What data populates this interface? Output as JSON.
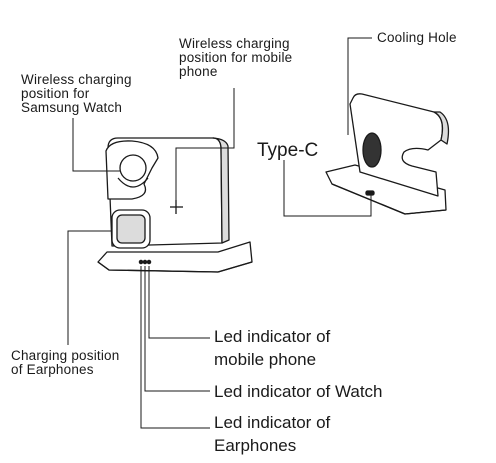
{
  "labels": {
    "phone_position": "Wireless charging\nposition for mobile\nphone",
    "watch_position": "Wireless charging\nposition for\nSamsung Watch",
    "cooling_hole": "Cooling Hole",
    "type_c": "Type-C",
    "earphone_position": "Charging position\nof Earphones",
    "led_phone": "Led indicator of\nmobile phone",
    "led_watch": "Led indicator of Watch",
    "led_earphones": "Led indicator of\nEarphones"
  },
  "colors": {
    "stroke": "#1a1a1a",
    "fill": "#ffffff",
    "shade": "#dcdcdc",
    "cooling_mesh": "#333333"
  }
}
